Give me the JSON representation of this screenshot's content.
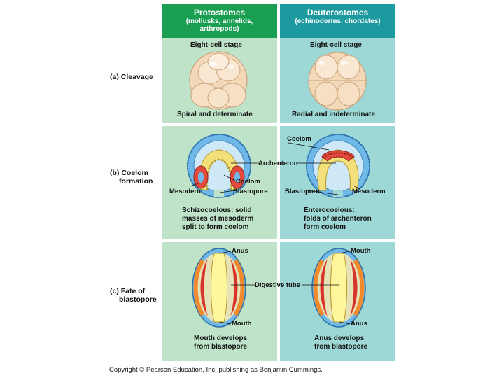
{
  "header": {
    "left_title": "Protostomes",
    "left_sub1": "(mollusks, annelids,",
    "left_sub2": "arthropods)",
    "right_title": "Deuterostomes",
    "right_sub1": "(echinoderms, chordates)"
  },
  "rows": {
    "a": {
      "label": "(a) Cleavage",
      "left_top": "Eight-cell stage",
      "right_top": "Eight-cell stage",
      "left_bottom": "Spiral and determinate",
      "right_bottom": "Radial and indeterminate"
    },
    "b": {
      "label1": "(b) Coelom",
      "label2": "formation",
      "coelom_right": "Coelom",
      "archenteron": "Archenteron",
      "coelom_left": "Coelom",
      "mesoderm_left": "Mesoderm",
      "blastopore_left": "Blastopore",
      "blastopore_right": "Blastopore",
      "mesoderm_right": "Mesoderm",
      "left_desc1": "Schizocoelous: solid",
      "left_desc2": "masses of mesoderm",
      "left_desc3": "split to form coelom",
      "right_desc1": "Enterocoelous:",
      "right_desc2": "folds of archenteron",
      "right_desc3": "form coelom"
    },
    "c": {
      "label1": "(c) Fate of",
      "label2": "blastopore",
      "anus_top": "Anus",
      "mouth_top": "Mouth",
      "digestive": "Digestive tube",
      "mouth_bottom": "Mouth",
      "anus_bottom": "Anus",
      "left_desc1": "Mouth develops",
      "left_desc2": "from blastopore",
      "right_desc1": "Anus develops",
      "right_desc2": "from blastopore"
    }
  },
  "footer": {
    "copyright": "Copyright © Pearson Education, Inc. publishing as Benjamin Cummings."
  },
  "colors": {
    "proto_header": "#1a9e52",
    "deut_header": "#1c9aa0",
    "proto_panel": "#bfe3c8",
    "deut_panel": "#9ed8d6",
    "mesoderm": "#d9342b",
    "endoderm": "#f3e07a",
    "ectoderm": "#6fb8e8"
  }
}
